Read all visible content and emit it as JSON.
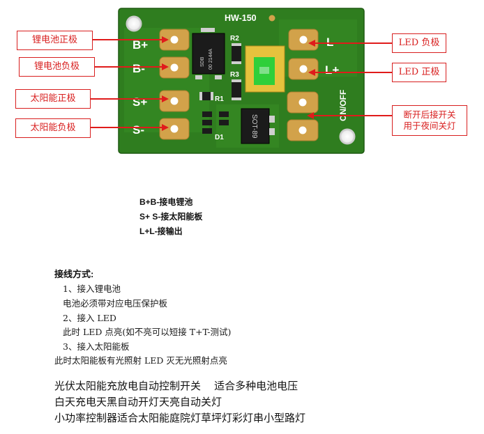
{
  "board": {
    "model": "HW-150",
    "pad_labels": {
      "bp": "B+",
      "bn": "B-",
      "sp": "S+",
      "sn": "S-",
      "lm": "L",
      "lp": "L+"
    },
    "switch_label": "ON/OFF",
    "component_labels": {
      "r2": "R2",
      "r3": "R3",
      "r1": "R1",
      "d1": "D1"
    },
    "chip_text": {
      "line1": "SDB",
      "line2": "00 2144A",
      "sot": "SOT-89"
    }
  },
  "callouts": {
    "battery_pos": "锂电池正极",
    "battery_neg": "锂电池负极",
    "solar_pos": "太阳能正极",
    "solar_neg": "太阳能负极",
    "led_neg": "LED 负极",
    "led_pos": "LED 正极",
    "switch_line1": "断开后接开关",
    "switch_line2": "用于夜间关灯"
  },
  "summary": [
    "B+B-接电锂池",
    "S+ S-接太阳能板",
    "L+L-接输出"
  ],
  "wiring": {
    "title": "接线方式:",
    "lines": [
      "1、接入锂电池",
      "电池必须带对应电压保护板",
      "2、接入 LED",
      "此时 LED 点亮(如不亮可以短接 T+T-测试)",
      "3、接入太阳能板",
      "此时太阳能板有光照射 LED 灭无光照射点亮"
    ]
  },
  "description": [
    "光伏太阳能充放电自动控制开关    适合多种电池电压",
    "白天充电天黑自动开灯天亮自动关灯",
    "小功率控制器适合太阳能庭院灯草坪灯彩灯串小型路灯"
  ],
  "colors": {
    "pcb": "#2f7d1f",
    "pcb_light": "#3d9128",
    "pad_gold": "#d2a24a",
    "callout_red": "#d81e1e",
    "arrow_red": "#e01b1b"
  }
}
